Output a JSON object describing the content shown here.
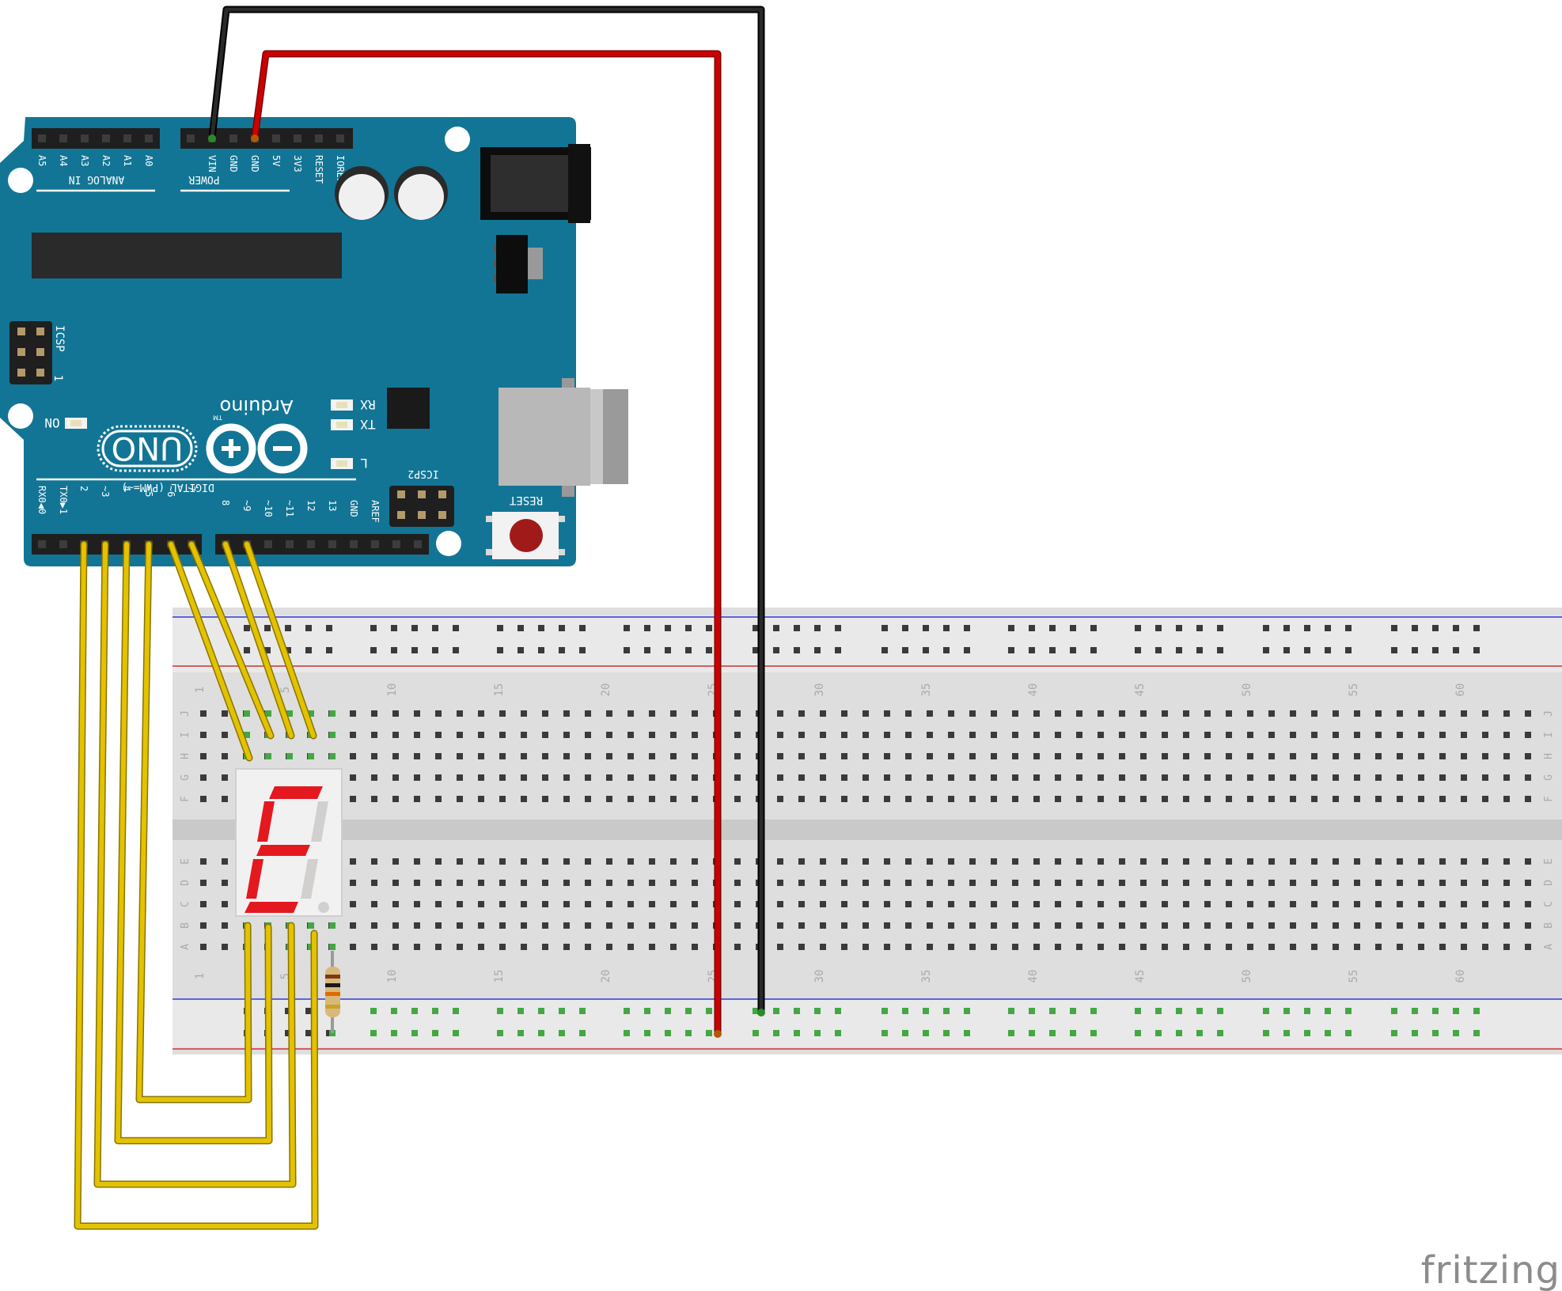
{
  "diagram": {
    "watermark": "fritzing",
    "arduino": {
      "brand": "Arduino",
      "trademark": "TM",
      "model": "UNO",
      "analog_header_label": "ANALOG IN",
      "analog_pins": [
        "A5",
        "A4",
        "A3",
        "A2",
        "A1",
        "A0"
      ],
      "power_header_label": "POWER",
      "power_pins": [
        "VIN",
        "GND",
        "GND",
        "5V",
        "3V3",
        "RESET",
        "IOREF"
      ],
      "icsp_label": "ICSP",
      "icsp_pin1": "1",
      "icsp2_label": "ICSP2",
      "led_labels": {
        "on": "ON",
        "rx": "RX",
        "tx": "TX",
        "l": "L"
      },
      "reset_label": "RESET",
      "digital_header_label": "DIGITAL (PWM=~)",
      "digital_pins_low": [
        "RX0◀0",
        "TX0▶1",
        "2",
        "~3",
        "4",
        "~5",
        "~6",
        "7"
      ],
      "digital_pins_high": [
        "8",
        "~9",
        "~10",
        "~11",
        "12",
        "13",
        "GND",
        "AREF"
      ]
    },
    "breadboard": {
      "column_numbers_top": [
        "1",
        "5",
        "10",
        "15",
        "20",
        "25",
        "30",
        "35",
        "40",
        "45",
        "50",
        "55",
        "60"
      ],
      "column_numbers_bottom": [
        "1",
        "5",
        "10",
        "15",
        "20",
        "25",
        "30",
        "35",
        "40",
        "45",
        "50",
        "55",
        "60"
      ],
      "row_letters_top": [
        "J",
        "I",
        "H",
        "G",
        "F"
      ],
      "row_letters_bottom": [
        "E",
        "D",
        "C",
        "B",
        "A"
      ]
    },
    "seven_segment": {
      "displayed_character": "E"
    },
    "colors": {
      "board": "#127595",
      "wire_signal": "#d8b400",
      "wire_power": "#cc0000",
      "wire_ground": "#1a1a1a",
      "segment_on": "#e3191f",
      "breadboard": "#dcdcdc"
    }
  }
}
